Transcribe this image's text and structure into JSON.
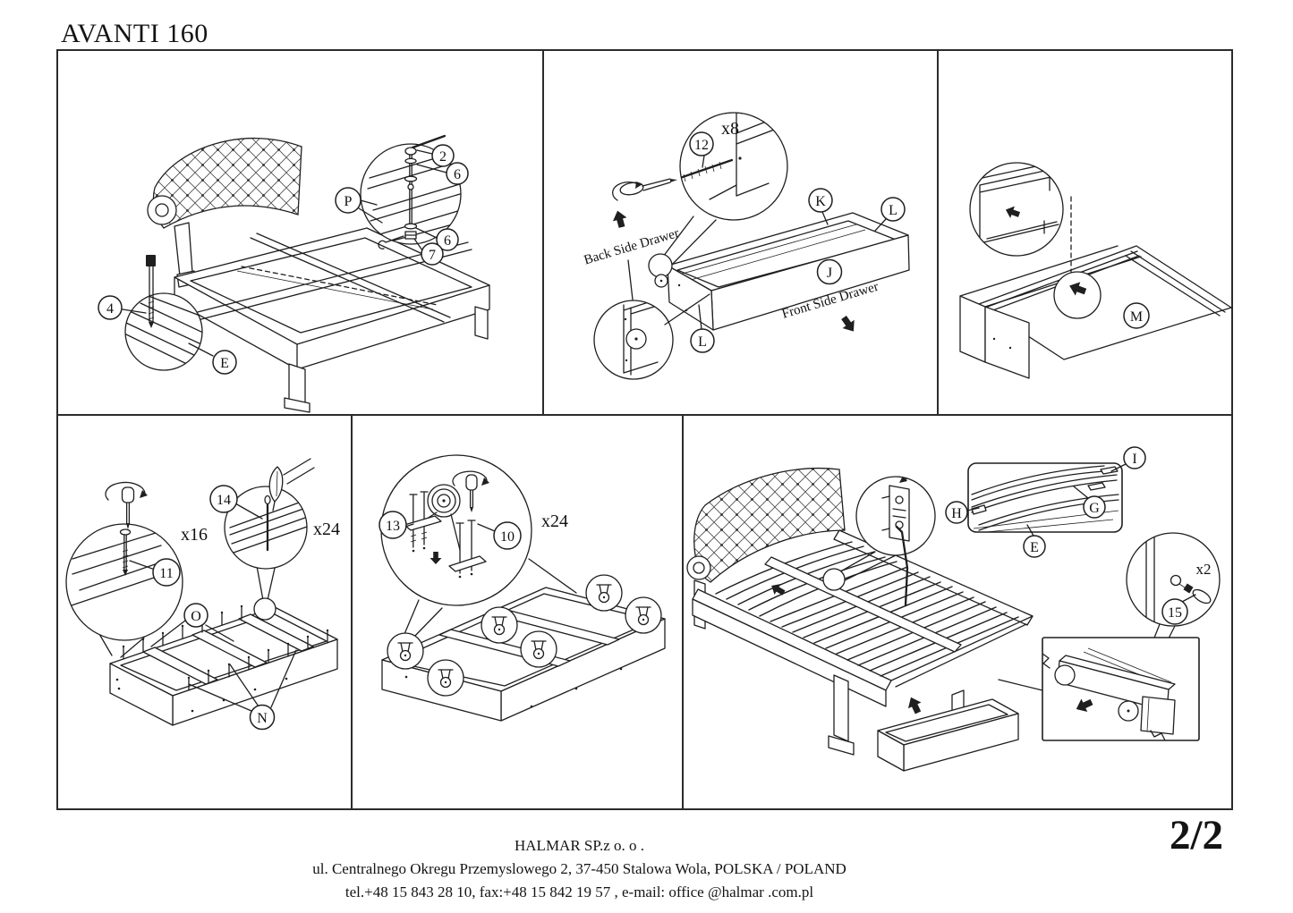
{
  "page": {
    "title": "AVANTI 160",
    "page_number": "2/2"
  },
  "footer": {
    "company": "HALMAR SP.z o. o .",
    "address": "ul. Centralnego Okregu Przemyslowego 2, 37-450 Stalowa Wola, POLSKA / POLAND",
    "contact": "tel.+48 15 843 28 10, fax:+48 15 842 19 57 , e-mail: office @halmar .com.pl"
  },
  "colors": {
    "ink": "#1f1f1f",
    "background": "#ffffff"
  },
  "panel1": {
    "label_p": "P",
    "label_2": "2",
    "label_6a": "6",
    "label_6b": "6",
    "label_7": "7",
    "label_4": "4",
    "label_e": "E"
  },
  "panel2": {
    "qty": "x8",
    "label_12": "12",
    "label_k": "K",
    "label_l1": "L",
    "label_j": "J",
    "label_l2": "L",
    "back_side": "Back Side Drawer",
    "front_side": "Front Side Drawer"
  },
  "panel3": {
    "label_m": "M"
  },
  "panel4": {
    "qty_screws": "x16",
    "qty_pins": "x24",
    "label_11": "11",
    "label_14": "14",
    "label_o": "O",
    "label_n": "N"
  },
  "panel5": {
    "qty": "x24",
    "label_13": "13",
    "label_10": "10"
  },
  "panel6": {
    "qty": "x2",
    "label_15": "15",
    "label_i": "I",
    "label_g": "G",
    "label_h": "H",
    "label_e": "E"
  }
}
